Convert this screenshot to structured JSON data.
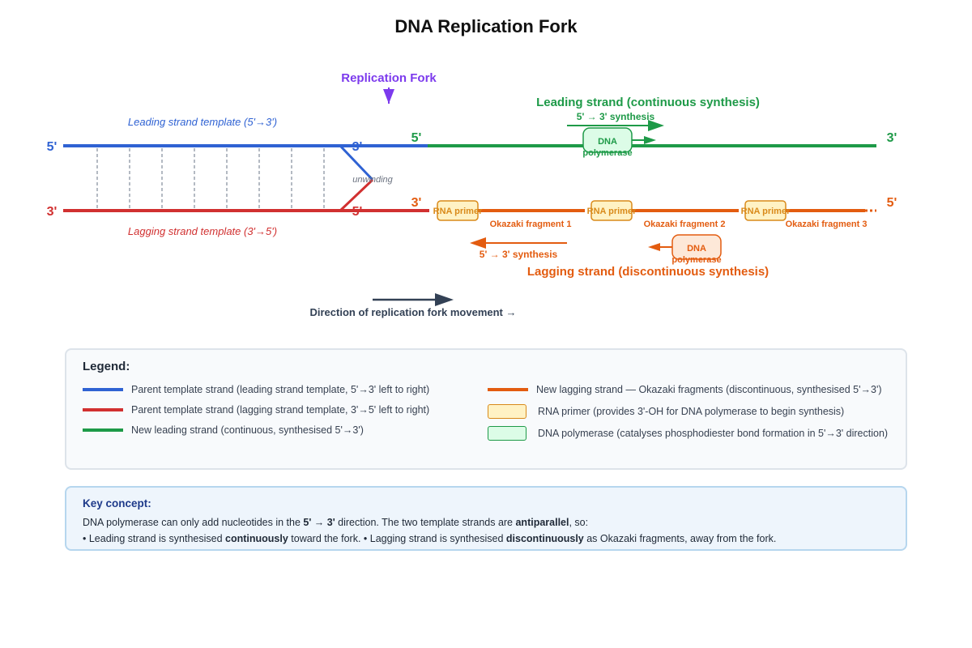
{
  "title": "DNA Replication Fork",
  "fork_label": "Replication Fork",
  "leading_template_label": "Leading strand template (5'→3')",
  "lagging_template_label": "Lagging strand template (3'→5')",
  "unwinding_label": "unwinding",
  "leading_strand_label": "Leading strand (continuous synthesis)",
  "leading_synthesis_label": "5' → 3' synthesis",
  "lagging_strand_label": "Lagging strand (discontinuous synthesis)",
  "lagging_synthesis_label": "5' → 3' synthesis",
  "polymerase_label": [
    "DNA",
    "polymerase"
  ],
  "primer_label": "RNA primer",
  "fragments": [
    "Okazaki fragment 1",
    "Okazaki fragment 2",
    "Okazaki fragment 3"
  ],
  "end_labels": {
    "top_left": "5'",
    "bottom_left": "3'",
    "fork_top": "3'",
    "fork_bottom": "5'",
    "leading_start": "5'",
    "leading_end": "3'",
    "lagging_start": "3'",
    "lagging_end": "5'"
  },
  "direction_label": "Direction of replication fork movement →",
  "colors": {
    "leading_template": "#2f62d3",
    "lagging_template": "#d13030",
    "leading_new": "#1e9a48",
    "lagging_new": "#e35c10",
    "fork": "#7c3aed",
    "primer_fill": "#fff2c4",
    "primer_stroke": "#d98a1a",
    "polymerase_fill": "#dcfce7",
    "polymerase_stroke": "#1e9a48"
  },
  "legend": {
    "title": "Legend:",
    "items": [
      {
        "label": "Parent template strand (leading strand template, 5'→3' left to right)"
      },
      {
        "label": "Parent template strand (lagging strand template, 3'→5' left to right)"
      },
      {
        "label": "New leading strand (continuous, synthesised 5'→3')"
      },
      {
        "label": "New lagging strand — Okazaki fragments (discontinuous, synthesised 5'→3')"
      },
      {
        "label": "RNA primer (provides 3'-OH for DNA polymerase to begin synthesis)"
      },
      {
        "label": "DNA polymerase (catalyses phosphodiester bond formation in 5'→3' direction)"
      }
    ]
  },
  "key": {
    "title": "Key concept:",
    "line1": {
      "a": "DNA polymerase can only add nucleotides in the ",
      "b": "5' → 3'",
      "c": " direction. The two template strands are ",
      "d": "antiparallel",
      "e": ", so:"
    },
    "line2": {
      "a": "• Leading strand is synthesised ",
      "b": "continuously",
      "c": " toward the fork. • Lagging strand is synthesised ",
      "d": "discontinuously",
      "e": " as Okazaki fragments, away from the fork."
    }
  }
}
